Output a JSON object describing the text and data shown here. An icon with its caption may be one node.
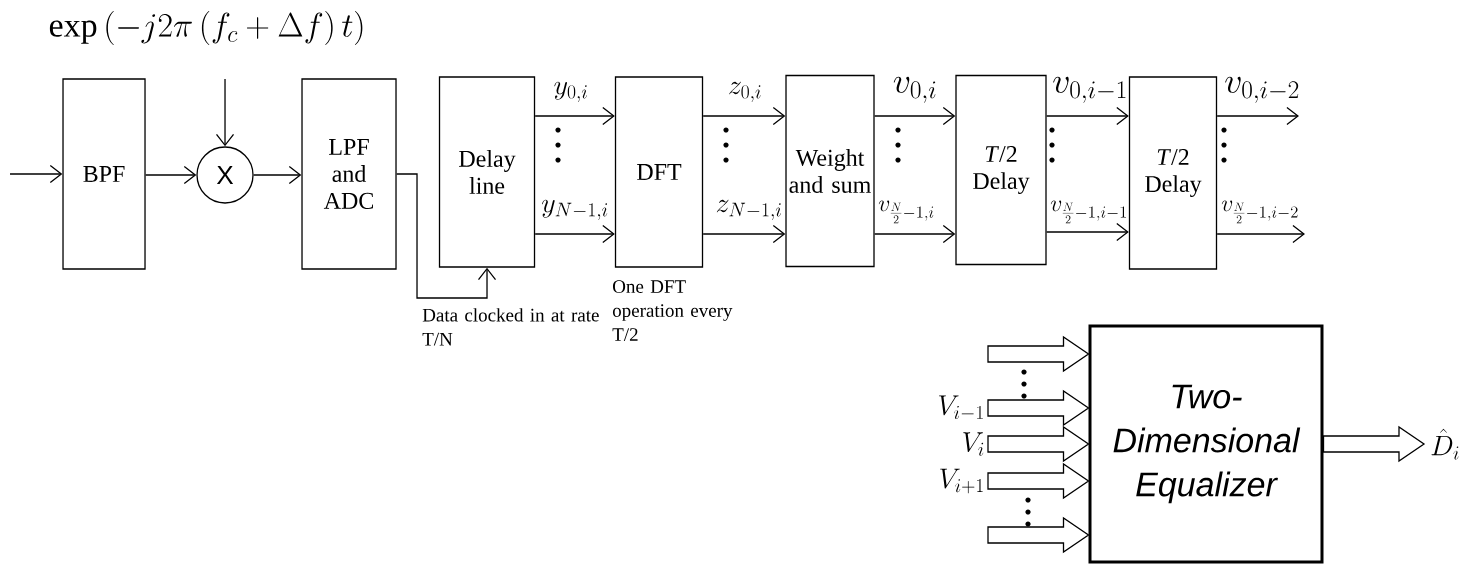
{
  "diagram": {
    "nodes": [
      {
        "text": [
          "BPF"
        ]
      },
      {
        "text": [
          "X"
        ]
      },
      {
        "text": [
          "LPF and ADC"
        ]
      },
      {
        "text": [
          "Delay line"
        ],
        "beside": [
          "Data clocked in at rate T/N"
        ]
      },
      {
        "text": [
          "DFT"
        ],
        "beside": [
          "One DFT operation every T/2"
        ]
      },
      {
        "text": [
          "Weight and sum"
        ]
      },
      {
        "text": [
          "*T*/2 Delay"
        ]
      },
      {
        "text": [
          "*T*/2 Delay"
        ]
      },
      {
        "text": [
          "Two-Dimensional Equalizer"
        ]
      }
    ],
    "edges": [
      {
        "from": null,
        "to": 0,
        "arrow": "to"
      },
      {
        "from": 0,
        "to": 1,
        "arrow": "to"
      },
      {
        "from": null,
        "to": 1,
        "arrow": "to"
      },
      {
        "from": 1,
        "to": 2,
        "arrow": "to"
      },
      {
        "from": 2,
        "to": 3,
        "arrow": "to"
      },
      {
        "from": 3,
        "to": 4,
        "arrow": "to",
        "label": "y_{0,i}"
      },
      {
        "from": 3,
        "to": 4,
        "arrow": "to",
        "label": "y_{N-1,i}"
      },
      {
        "from": 4,
        "to": 5,
        "arrow": "to",
        "label": "z_{0,i}"
      },
      {
        "from": 4,
        "to": 5,
        "arrow": "to",
        "label": "z_{N-1,i}"
      },
      {
        "from": 5,
        "to": 6,
        "arrow": "to",
        "label": "v_{0,i}"
      },
      {
        "from": 5,
        "to": 6,
        "arrow": "to",
        "label": "v_{\\frac{N}{2}-1,i}"
      },
      {
        "from": 6,
        "to": 7,
        "arrow": "to",
        "label": "v_{0,i-1}"
      },
      {
        "from": 6,
        "to": 7,
        "arrow": "to",
        "label": "v_{\\frac{N}{2}-1,i-1}"
      },
      {
        "from": 7,
        "to": null,
        "arrow": "to",
        "label": "v_{0,i-2}"
      },
      {
        "from": 7,
        "to": null,
        "arrow": "to",
        "label": "v_{\\frac{N}{2}-1,i-2}"
      },
      {
        "from": null,
        "to": 8,
        "arrow": "to",
        "style": "thick"
      },
      {
        "from": null,
        "to": 8,
        "arrow": "to",
        "style": "thick"
      },
      {
        "from": null,
        "to": 8,
        "arrow": "to",
        "style": "thick"
      },
      {
        "from": null,
        "to": 8,
        "arrow": "to",
        "style": "thick"
      },
      {
        "from": null,
        "to": 8,
        "arrow": "to",
        "style": "thick"
      },
      {
        "from": 8,
        "to": null,
        "arrow": "to",
        "style": "thick"
      }
    ],
    "labels": [
      "\\exp\\left(-j2\\pi\\left(f_c+\\Delta f\\right)t\\right)",
      "V_{i-1}",
      "V_{i}",
      "V_{i+1}",
      "\\hat{D}_{i}"
    ]
  }
}
